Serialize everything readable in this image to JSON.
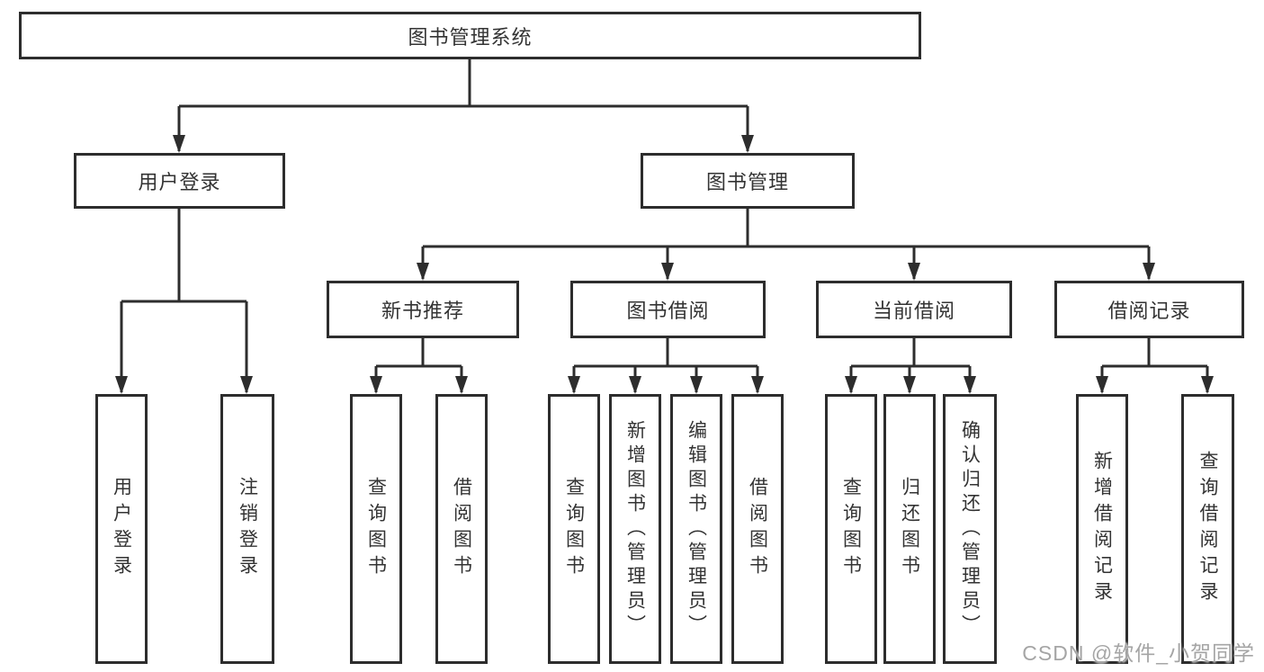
{
  "diagram": {
    "title": "图书管理系统",
    "nodes": {
      "root": "图书管理系统",
      "userLogin": "用户登录",
      "bookMgmt": "图书管理",
      "newBook": "新书推荐",
      "bookBorrow": "图书借阅",
      "currentBorrow": "当前借阅",
      "borrowRecord": "借阅记录",
      "loginUser": "用户登录",
      "logout": "注销登录",
      "nbQuery": "查询图书",
      "nbBorrow": "借阅图书",
      "bbQuery": "查询图书",
      "bbAdd": "新增图书（管理员）",
      "bbEdit": "编辑图书（管理员）",
      "bbBorrow": "借阅图书",
      "cbQuery": "查询图书",
      "cbReturn": "归还图书",
      "cbConfirm": "确认归还（管理员）",
      "brAdd": "新增借阅记录",
      "brQuery": "查询借阅记录"
    },
    "hierarchy": {
      "图书管理系统": {
        "用户登录": [
          "用户登录",
          "注销登录"
        ],
        "图书管理": {
          "新书推荐": [
            "查询图书",
            "借阅图书"
          ],
          "图书借阅": [
            "查询图书",
            "新增图书（管理员）",
            "编辑图书（管理员）",
            "借阅图书"
          ],
          "当前借阅": [
            "查询图书",
            "归还图书",
            "确认归还（管理员）"
          ],
          "借阅记录": [
            "新增借阅记录",
            "查询借阅记录"
          ]
        }
      }
    },
    "colors": {
      "line": "#2d2d2d",
      "border": "#2d2d2d",
      "text": "#333333",
      "background": "#ffffff"
    }
  },
  "watermark": {
    "text": "CSDN @软件_小贺同学",
    "color": "#a5a5a5"
  }
}
